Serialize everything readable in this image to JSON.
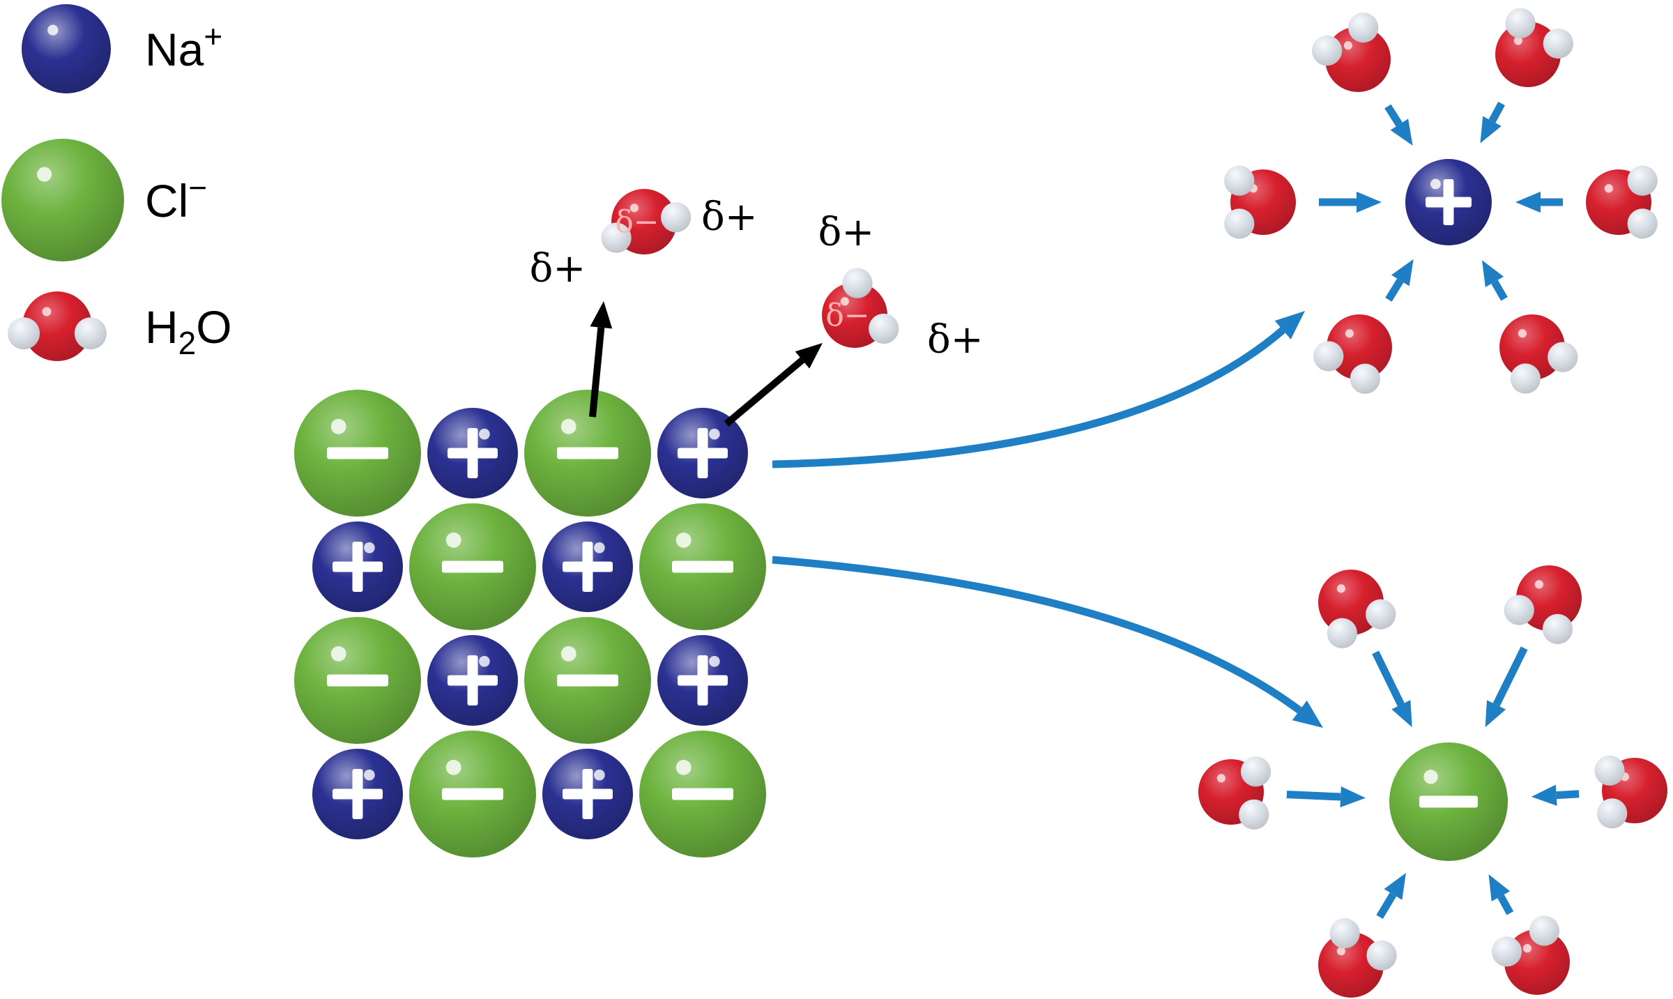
{
  "colors": {
    "sodium": "#2b3192",
    "chloride": "#6db33f",
    "oxygen": "#d7202e",
    "hydrogen": "#dde3ea",
    "hydration_arrow": "#1f7fc4",
    "extraction_arrow": "#000000",
    "ion_sign": "#ffffff",
    "delta_on_oxygen": "#ffb0b0",
    "delta_text": "#000000",
    "background": "#ffffff"
  },
  "legend": {
    "items": [
      {
        "id": "sodium-ion",
        "base": "Na",
        "sup": "+"
      },
      {
        "id": "chloride-ion",
        "base": "Cl",
        "sup": "−"
      },
      {
        "id": "water-molecule",
        "base": "H",
        "sub": "2",
        "post": "O"
      }
    ]
  },
  "lattice": {
    "rows": [
      [
        "−",
        "+",
        "−",
        "+"
      ],
      [
        "+",
        "−",
        "+",
        "−"
      ],
      [
        "−",
        "+",
        "−",
        "+"
      ],
      [
        "+",
        "−",
        "+",
        "−"
      ]
    ]
  },
  "escaping_waters": [
    {
      "oxygen_label": "δ−",
      "hydrogen_labels": [
        "δ+",
        "δ+"
      ]
    },
    {
      "oxygen_label": "δ−",
      "hydrogen_labels": [
        "δ+",
        "δ+"
      ]
    }
  ],
  "hydration_shells": {
    "cation": {
      "symbol": "+",
      "water_count": 6
    },
    "anion": {
      "symbol": "−",
      "water_count": 6
    }
  }
}
